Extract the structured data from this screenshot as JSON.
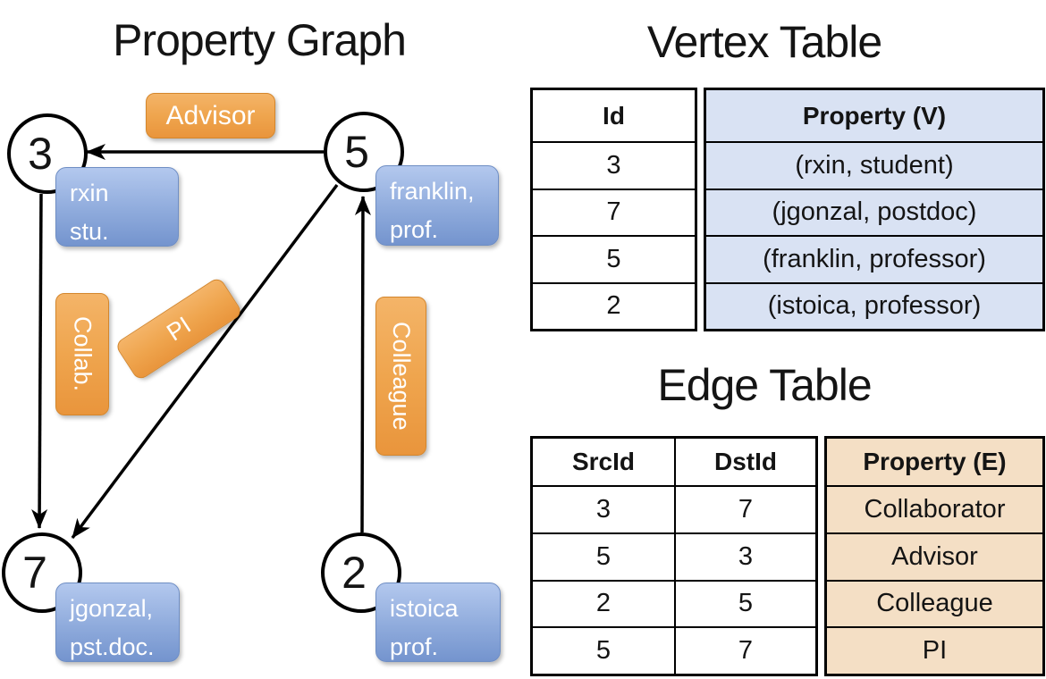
{
  "graph": {
    "title": "Property Graph",
    "nodes": [
      {
        "id": "3",
        "property_line1": "rxin",
        "property_line2": "stu."
      },
      {
        "id": "5",
        "property_line1": "franklin,",
        "property_line2": "prof."
      },
      {
        "id": "7",
        "property_line1": "jgonzal,",
        "property_line2": "pst.doc."
      },
      {
        "id": "2",
        "property_line1": "istoica",
        "property_line2": "prof."
      }
    ],
    "edge_labels": [
      {
        "label": "Advisor"
      },
      {
        "label": "Collab."
      },
      {
        "label": "PI"
      },
      {
        "label": "Colleague"
      }
    ]
  },
  "vertex_table": {
    "title": "Vertex Table",
    "columns": [
      "Id",
      "Property (V)"
    ],
    "rows": [
      [
        "3",
        "(rxin, student)"
      ],
      [
        "7",
        "(jgonzal, postdoc)"
      ],
      [
        "5",
        "(franklin, professor)"
      ],
      [
        "2",
        "(istoica, professor)"
      ]
    ]
  },
  "edge_table": {
    "title": "Edge Table",
    "columns": [
      "SrcId",
      "DstId",
      "Property (E)"
    ],
    "rows": [
      [
        "3",
        "7",
        "Collaborator"
      ],
      [
        "5",
        "3",
        "Advisor"
      ],
      [
        "2",
        "5",
        "Colleague"
      ],
      [
        "5",
        "7",
        "PI"
      ]
    ]
  },
  "colors": {
    "edge_label_orange": "#efa54e",
    "vertex_property_blue": "#8fabdc",
    "vertex_table_fill": "#d9e2f3",
    "edge_table_fill": "#f4dfc5",
    "line_color": "#000000"
  }
}
